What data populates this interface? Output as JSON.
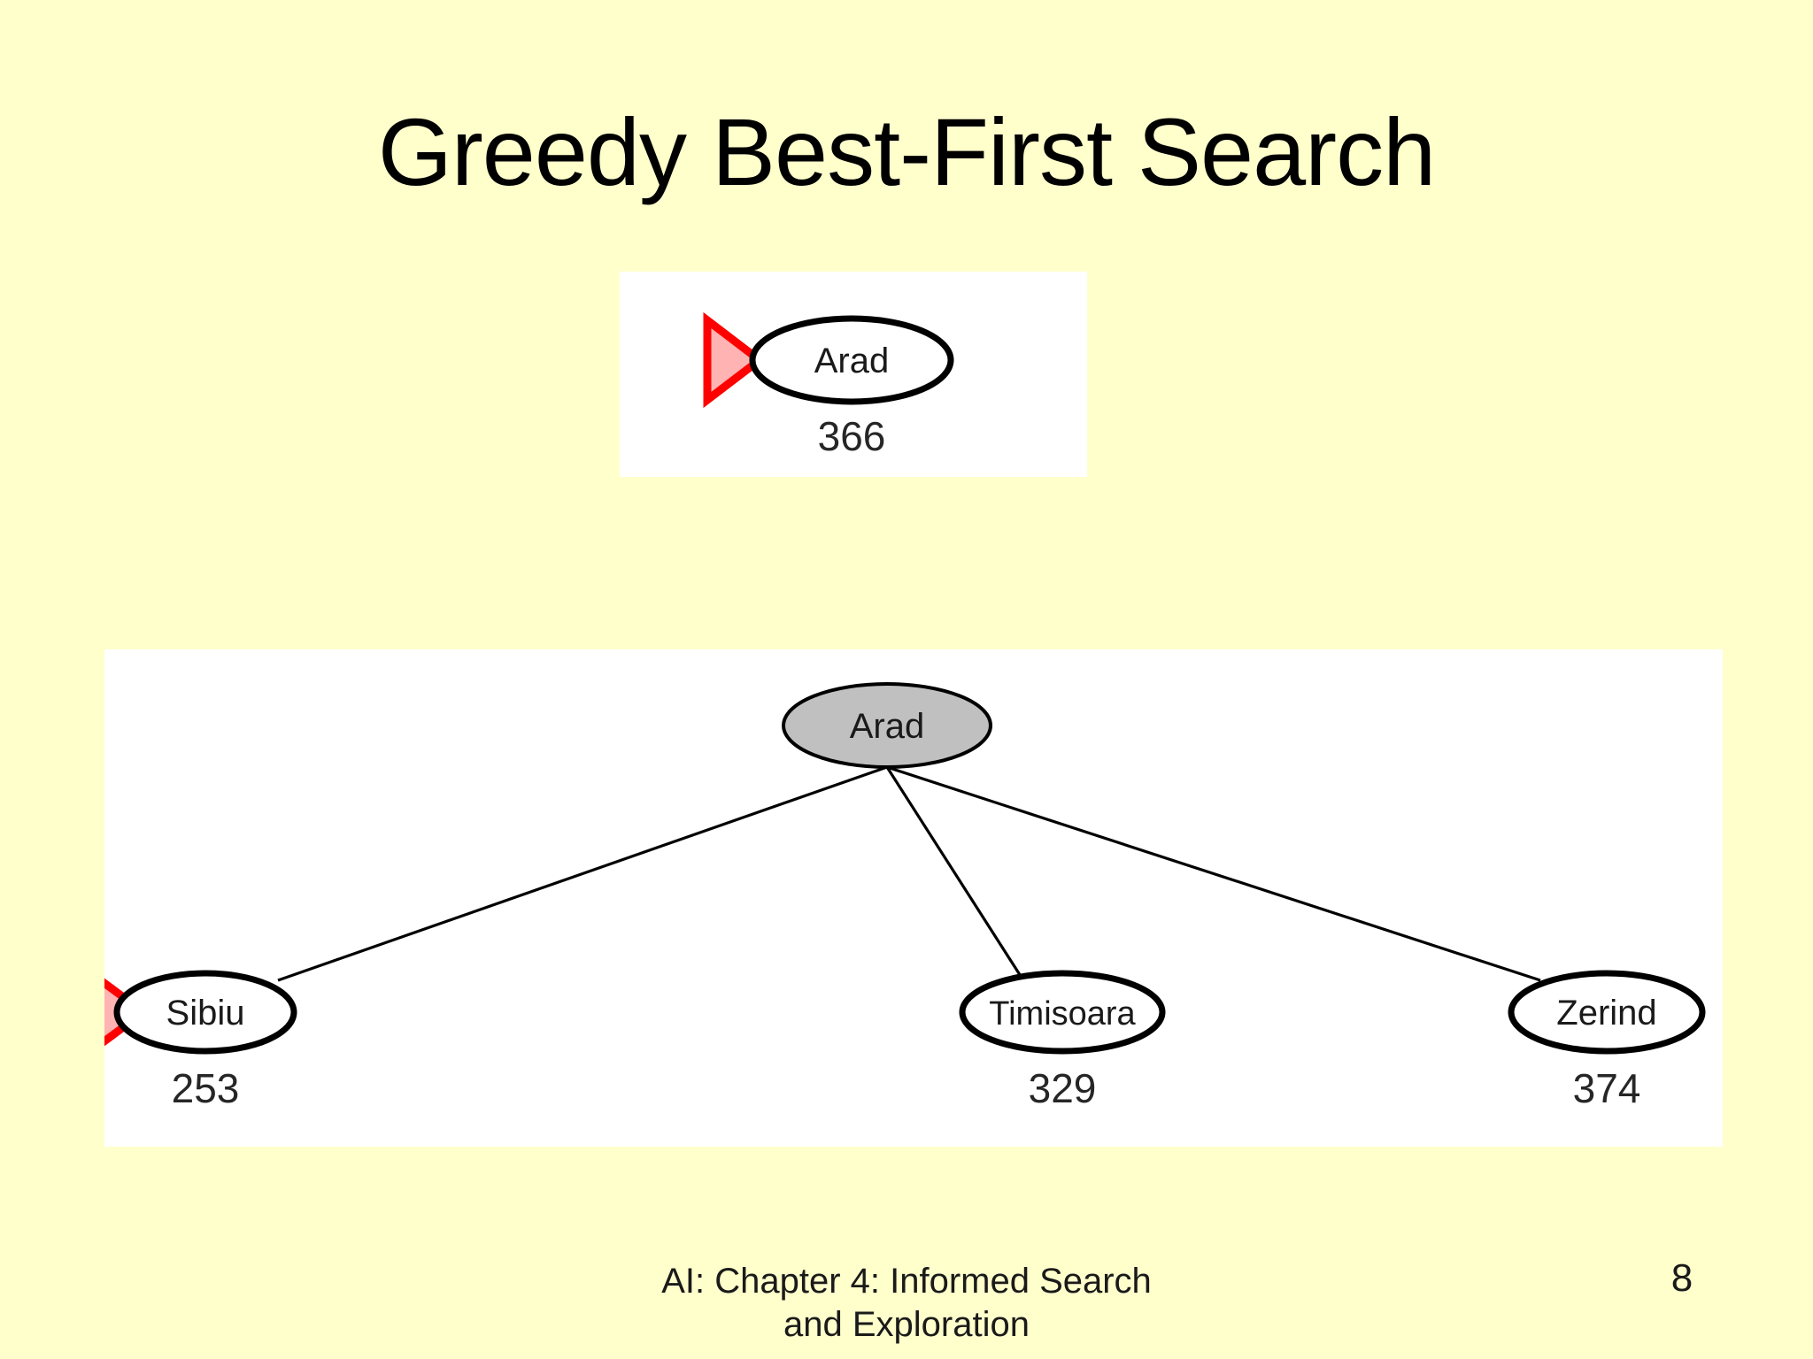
{
  "slide": {
    "title": "Greedy Best-First Search",
    "page_number": "8",
    "background_color": "#ffffcc",
    "panel_background_color": "#ffffff"
  },
  "footer": {
    "line1": "AI: Chapter 4: Informed Search",
    "line2": "and Exploration"
  },
  "colors": {
    "node_fill_open": "#ffffff",
    "node_fill_expanded": "#c0c0c0",
    "node_stroke": "#000000",
    "marker_fill": "#ffb3b3",
    "marker_stroke": "#ff0000",
    "text": "#1a1a1a"
  },
  "chart_data": {
    "type": "diagram",
    "diagram_kind": "search-tree",
    "title": "Greedy Best-First Search",
    "description": "Two snapshots of a greedy best-first search tree expansion on the Romania map problem. Node labels are city names; the number under each node is the straight-line-distance heuristic h(n) to Bucharest. A red triangle marker points at the node selected for expansion.",
    "panels": [
      {
        "id": "level-0",
        "caption": "",
        "nodes": [
          {
            "id": "arad-root",
            "label": "Arad",
            "heuristic": "366",
            "state": "frontier",
            "fill": "#ffffff",
            "marker": true,
            "marker_name": "red-triangle-pointer"
          }
        ],
        "edges": []
      },
      {
        "id": "level-1",
        "caption": "",
        "nodes": [
          {
            "id": "arad-expanded",
            "label": "Arad",
            "heuristic": "",
            "state": "expanded",
            "fill": "#c0c0c0",
            "marker": false
          },
          {
            "id": "sibiu",
            "label": "Sibiu",
            "heuristic": "253",
            "state": "frontier",
            "fill": "#ffffff",
            "marker": true,
            "marker_name": "red-triangle-pointer"
          },
          {
            "id": "timisoara",
            "label": "Timisoara",
            "heuristic": "329",
            "state": "frontier",
            "fill": "#ffffff",
            "marker": false
          },
          {
            "id": "zerind",
            "label": "Zerind",
            "heuristic": "374",
            "state": "frontier",
            "fill": "#ffffff",
            "marker": false
          }
        ],
        "edges": [
          {
            "from": "arad-expanded",
            "to": "sibiu"
          },
          {
            "from": "arad-expanded",
            "to": "timisoara"
          },
          {
            "from": "arad-expanded",
            "to": "zerind"
          }
        ]
      }
    ]
  }
}
